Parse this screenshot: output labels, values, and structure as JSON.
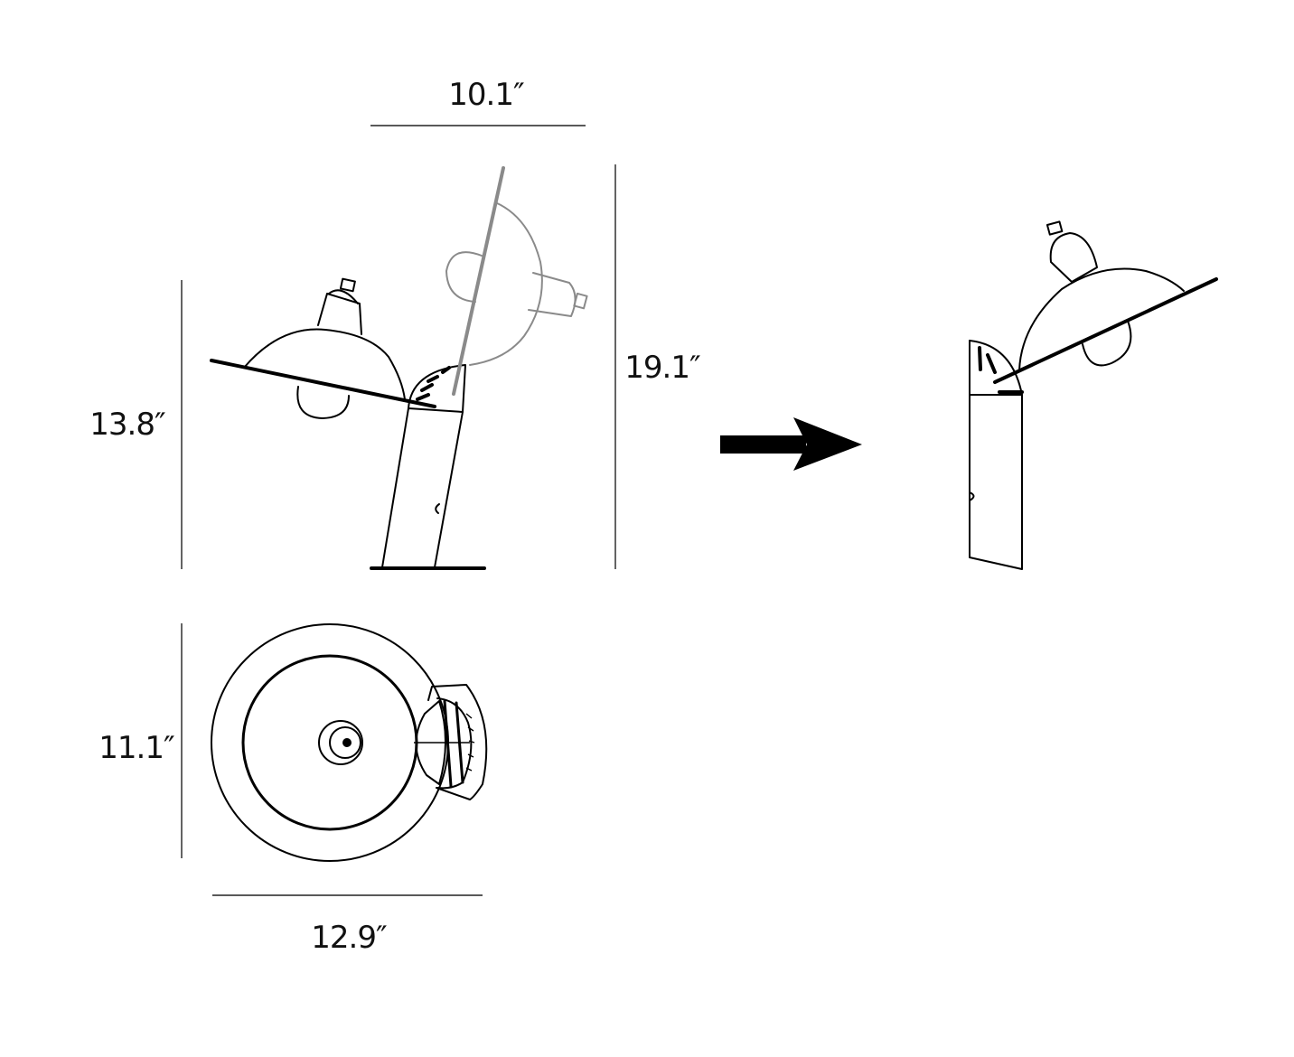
{
  "dimensions": {
    "width_top": "10.1″",
    "height_total": "19.1″",
    "height_lamp": "13.8″",
    "base_depth": "11.1″",
    "base_width": "12.9″"
  },
  "colors": {
    "line": "#000000",
    "ghost_line": "#8a8a8a",
    "background": "#ffffff"
  },
  "icons": {
    "arrow": "arrow-right-icon"
  }
}
